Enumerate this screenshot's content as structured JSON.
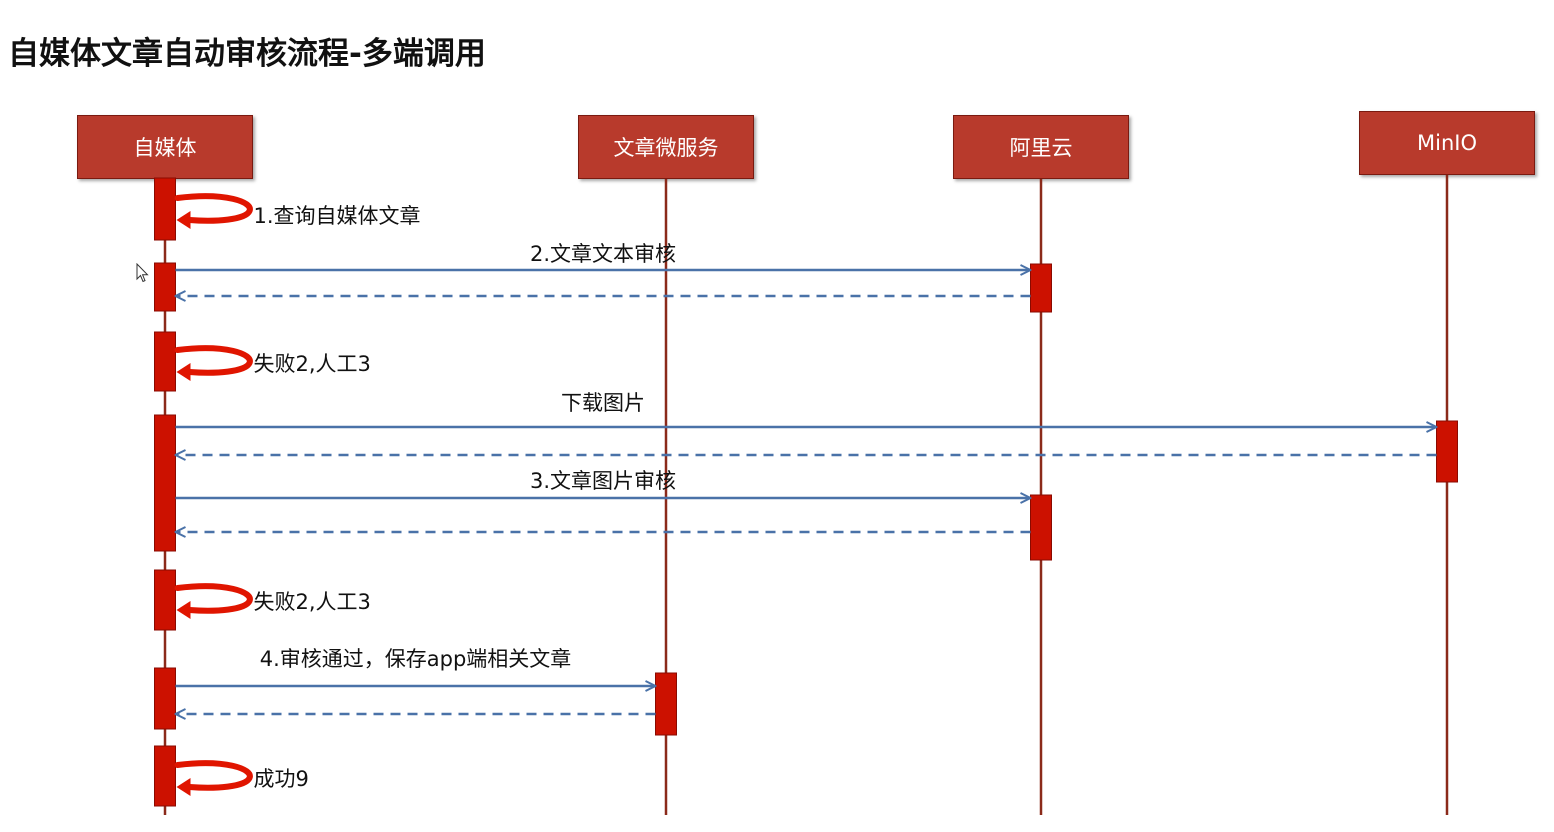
{
  "title": "自媒体文章自动审核流程-多端调用",
  "colors": {
    "participant_fill": "#b83a2c",
    "lifeline": "#8b2a1a",
    "activation": "#cc1100",
    "self_arrow": "#e01500",
    "message_arrow": "#4a72a8"
  },
  "participants": [
    {
      "id": "wemedia",
      "label": "自媒体"
    },
    {
      "id": "article",
      "label": "文章微服务"
    },
    {
      "id": "aliyun",
      "label": "阿里云"
    },
    {
      "id": "minio",
      "label": "MinIO"
    }
  ],
  "messages": [
    {
      "id": "m1",
      "type": "self",
      "from": "wemedia",
      "label": "1.查询自媒体文章"
    },
    {
      "id": "m2",
      "type": "call",
      "from": "wemedia",
      "to": "aliyun",
      "label": "2.文章文本审核"
    },
    {
      "id": "m2r",
      "type": "return",
      "from": "aliyun",
      "to": "wemedia",
      "label": ""
    },
    {
      "id": "m3",
      "type": "self",
      "from": "wemedia",
      "label": "失败2,人工3"
    },
    {
      "id": "m4",
      "type": "call",
      "from": "wemedia",
      "to": "minio",
      "label": "下载图片"
    },
    {
      "id": "m4r",
      "type": "return",
      "from": "minio",
      "to": "wemedia",
      "label": ""
    },
    {
      "id": "m5",
      "type": "call",
      "from": "wemedia",
      "to": "aliyun",
      "label": "3.文章图片审核"
    },
    {
      "id": "m5r",
      "type": "return",
      "from": "aliyun",
      "to": "wemedia",
      "label": ""
    },
    {
      "id": "m6",
      "type": "self",
      "from": "wemedia",
      "label": "失败2,人工3"
    },
    {
      "id": "m7",
      "type": "call",
      "from": "wemedia",
      "to": "article",
      "label": "4.审核通过，保存app端相关文章"
    },
    {
      "id": "m7r",
      "type": "return",
      "from": "article",
      "to": "wemedia",
      "label": ""
    },
    {
      "id": "m8",
      "type": "self",
      "from": "wemedia",
      "label": "成功9"
    }
  ]
}
